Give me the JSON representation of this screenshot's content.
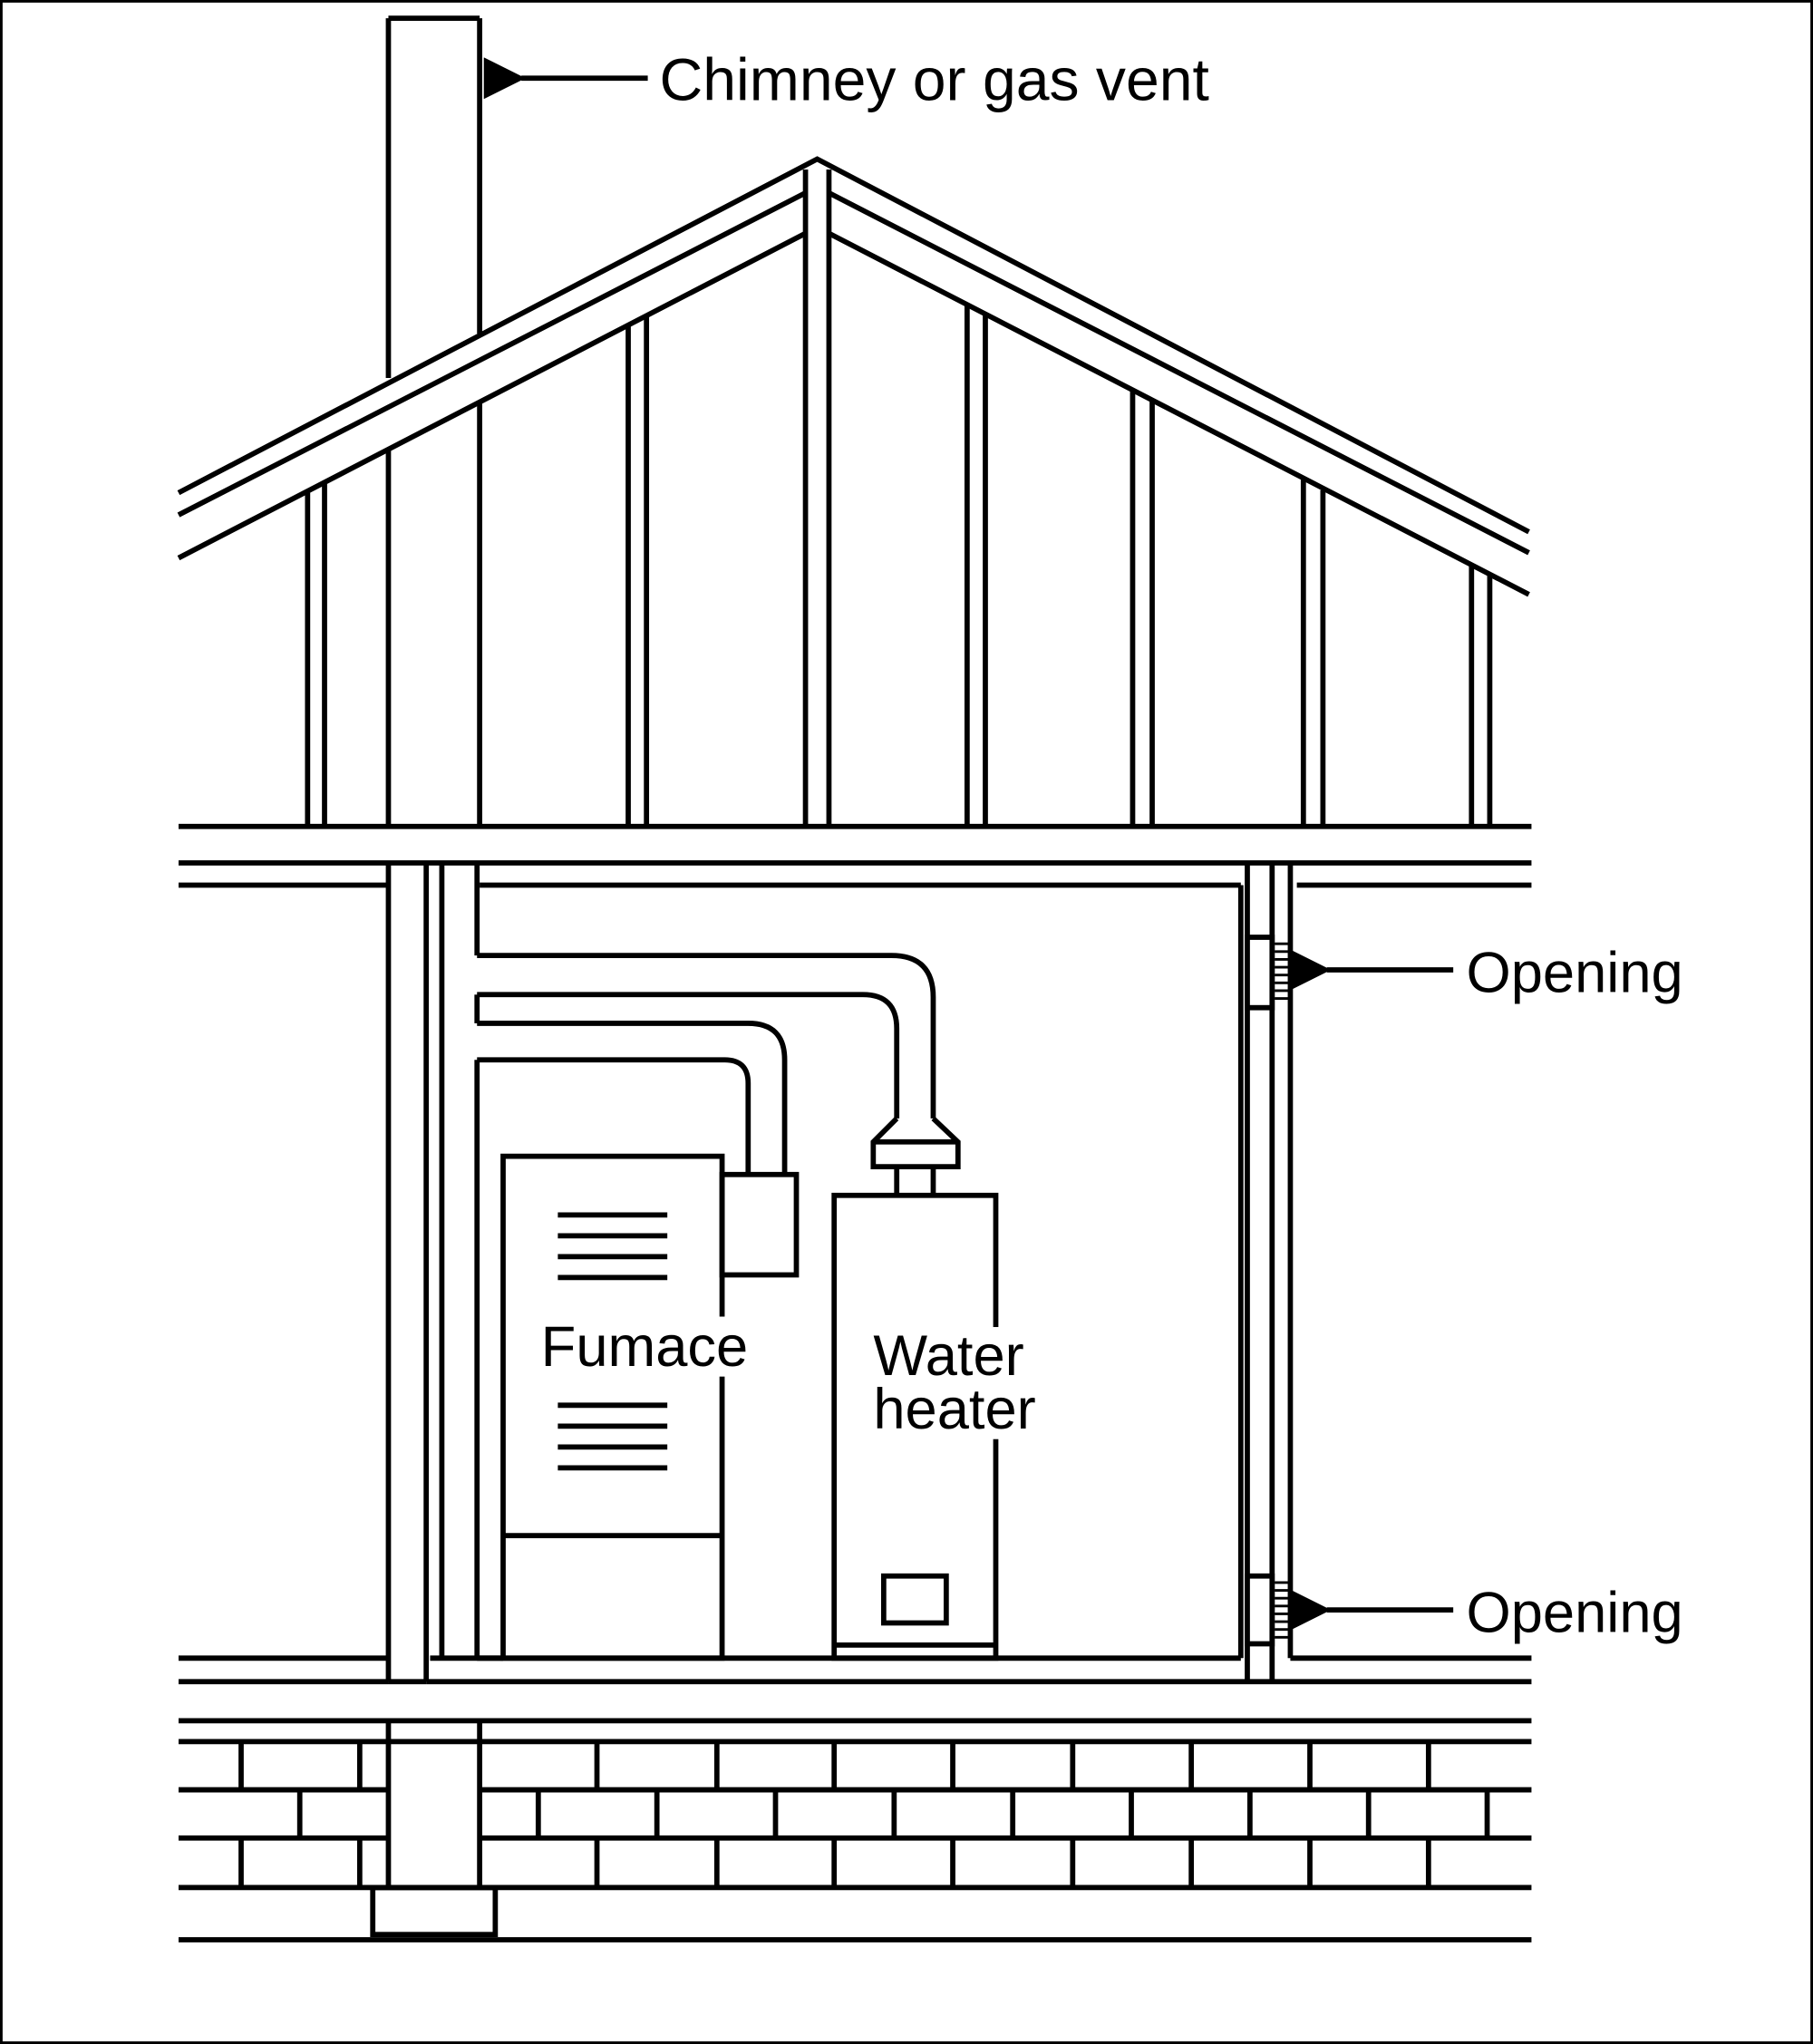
{
  "labels": {
    "chimney": "Chimney or gas vent",
    "opening_upper": "Opening",
    "opening_lower": "Opening",
    "furnace": "Fumace",
    "water_heater_line1": "Water",
    "water_heater_line2": "heater"
  },
  "colors": {
    "line": "#000000",
    "background": "#ffffff"
  }
}
